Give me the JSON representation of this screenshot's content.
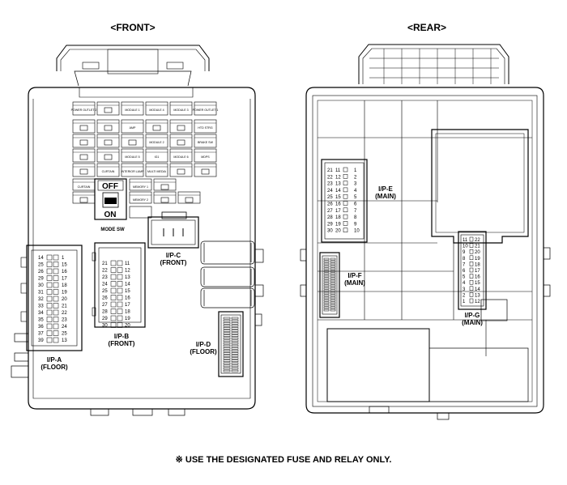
{
  "front": {
    "view_label": "<FRONT>",
    "mode_switch": {
      "off": "OFF",
      "on": "ON",
      "caption": "MODE SW"
    },
    "fuses": [
      [
        "POWER OUTLET 2",
        "",
        "MODULE 1",
        "MODULE 4",
        "MODULE 3",
        "POWER OUTLET 1"
      ],
      [
        "",
        "",
        "AMP",
        "",
        "",
        "HTD STRG"
      ],
      [
        "",
        "",
        "",
        "MODULE 2",
        "",
        "BRAKE SW"
      ],
      [
        "",
        "",
        "MODULE 5",
        "IG1",
        "MODULE 6",
        "MDPS"
      ],
      [
        "",
        "CURTAIN",
        "INTERIOR LAMP",
        "MULTI MEDIA",
        "",
        ""
      ],
      [
        "CURTAIN",
        "MEMORY 1",
        ""
      ],
      [
        "",
        "MEMORY 2",
        "",
        ""
      ]
    ],
    "connectors": {
      "a": {
        "name": "I/P-A",
        "sub": "(FLOOR)",
        "pins_left": [
          "14",
          "25",
          "26",
          "29",
          "30",
          "31",
          "32",
          "33",
          "34",
          "35",
          "36",
          "37",
          "39"
        ],
        "pins_right": [
          "1",
          "15",
          "16",
          "17",
          "18",
          "19",
          "20",
          "21",
          "22",
          "23",
          "24",
          "25",
          "13"
        ]
      },
      "b": {
        "name": "I/P-B",
        "sub": "(FRONT)",
        "pins_left": [
          "21",
          "22",
          "23",
          "24",
          "25",
          "26",
          "27",
          "28",
          "29",
          "30"
        ],
        "pins_right": [
          "11",
          "12",
          "13",
          "14",
          "15",
          "16",
          "17",
          "18",
          "19",
          "20"
        ]
      },
      "c": {
        "name": "I/P-C",
        "sub": "(FRONT)"
      },
      "d": {
        "name": "I/P-D",
        "sub": "(FLOOR)"
      }
    }
  },
  "rear": {
    "view_label": "<REAR>",
    "connectors": {
      "e": {
        "name": "I/P-E",
        "sub": "(MAIN)",
        "pins_left": [
          "21",
          "22",
          "23",
          "24",
          "25",
          "26",
          "27",
          "28",
          "29",
          "30"
        ],
        "pins_mid": [
          "11",
          "12",
          "13",
          "14",
          "15",
          "16",
          "17",
          "18",
          "19",
          "20"
        ],
        "pins_right": [
          "1",
          "2",
          "3",
          "4",
          "5",
          "6",
          "7",
          "8",
          "9",
          "10"
        ]
      },
      "f": {
        "name": "I/P-F",
        "sub": "(MAIN)"
      },
      "g": {
        "name": "I/P-G",
        "sub": "(MAIN)",
        "pins_left": [
          "11",
          "10",
          "9",
          "8",
          "7",
          "6",
          "5",
          "4",
          "3",
          "2",
          "1"
        ],
        "pins_right": [
          "22",
          "21",
          "20",
          "19",
          "18",
          "17",
          "16",
          "15",
          "14",
          "13",
          "12"
        ]
      }
    }
  },
  "notice": "※ USE THE DESIGNATED FUSE AND RELAY ONLY."
}
